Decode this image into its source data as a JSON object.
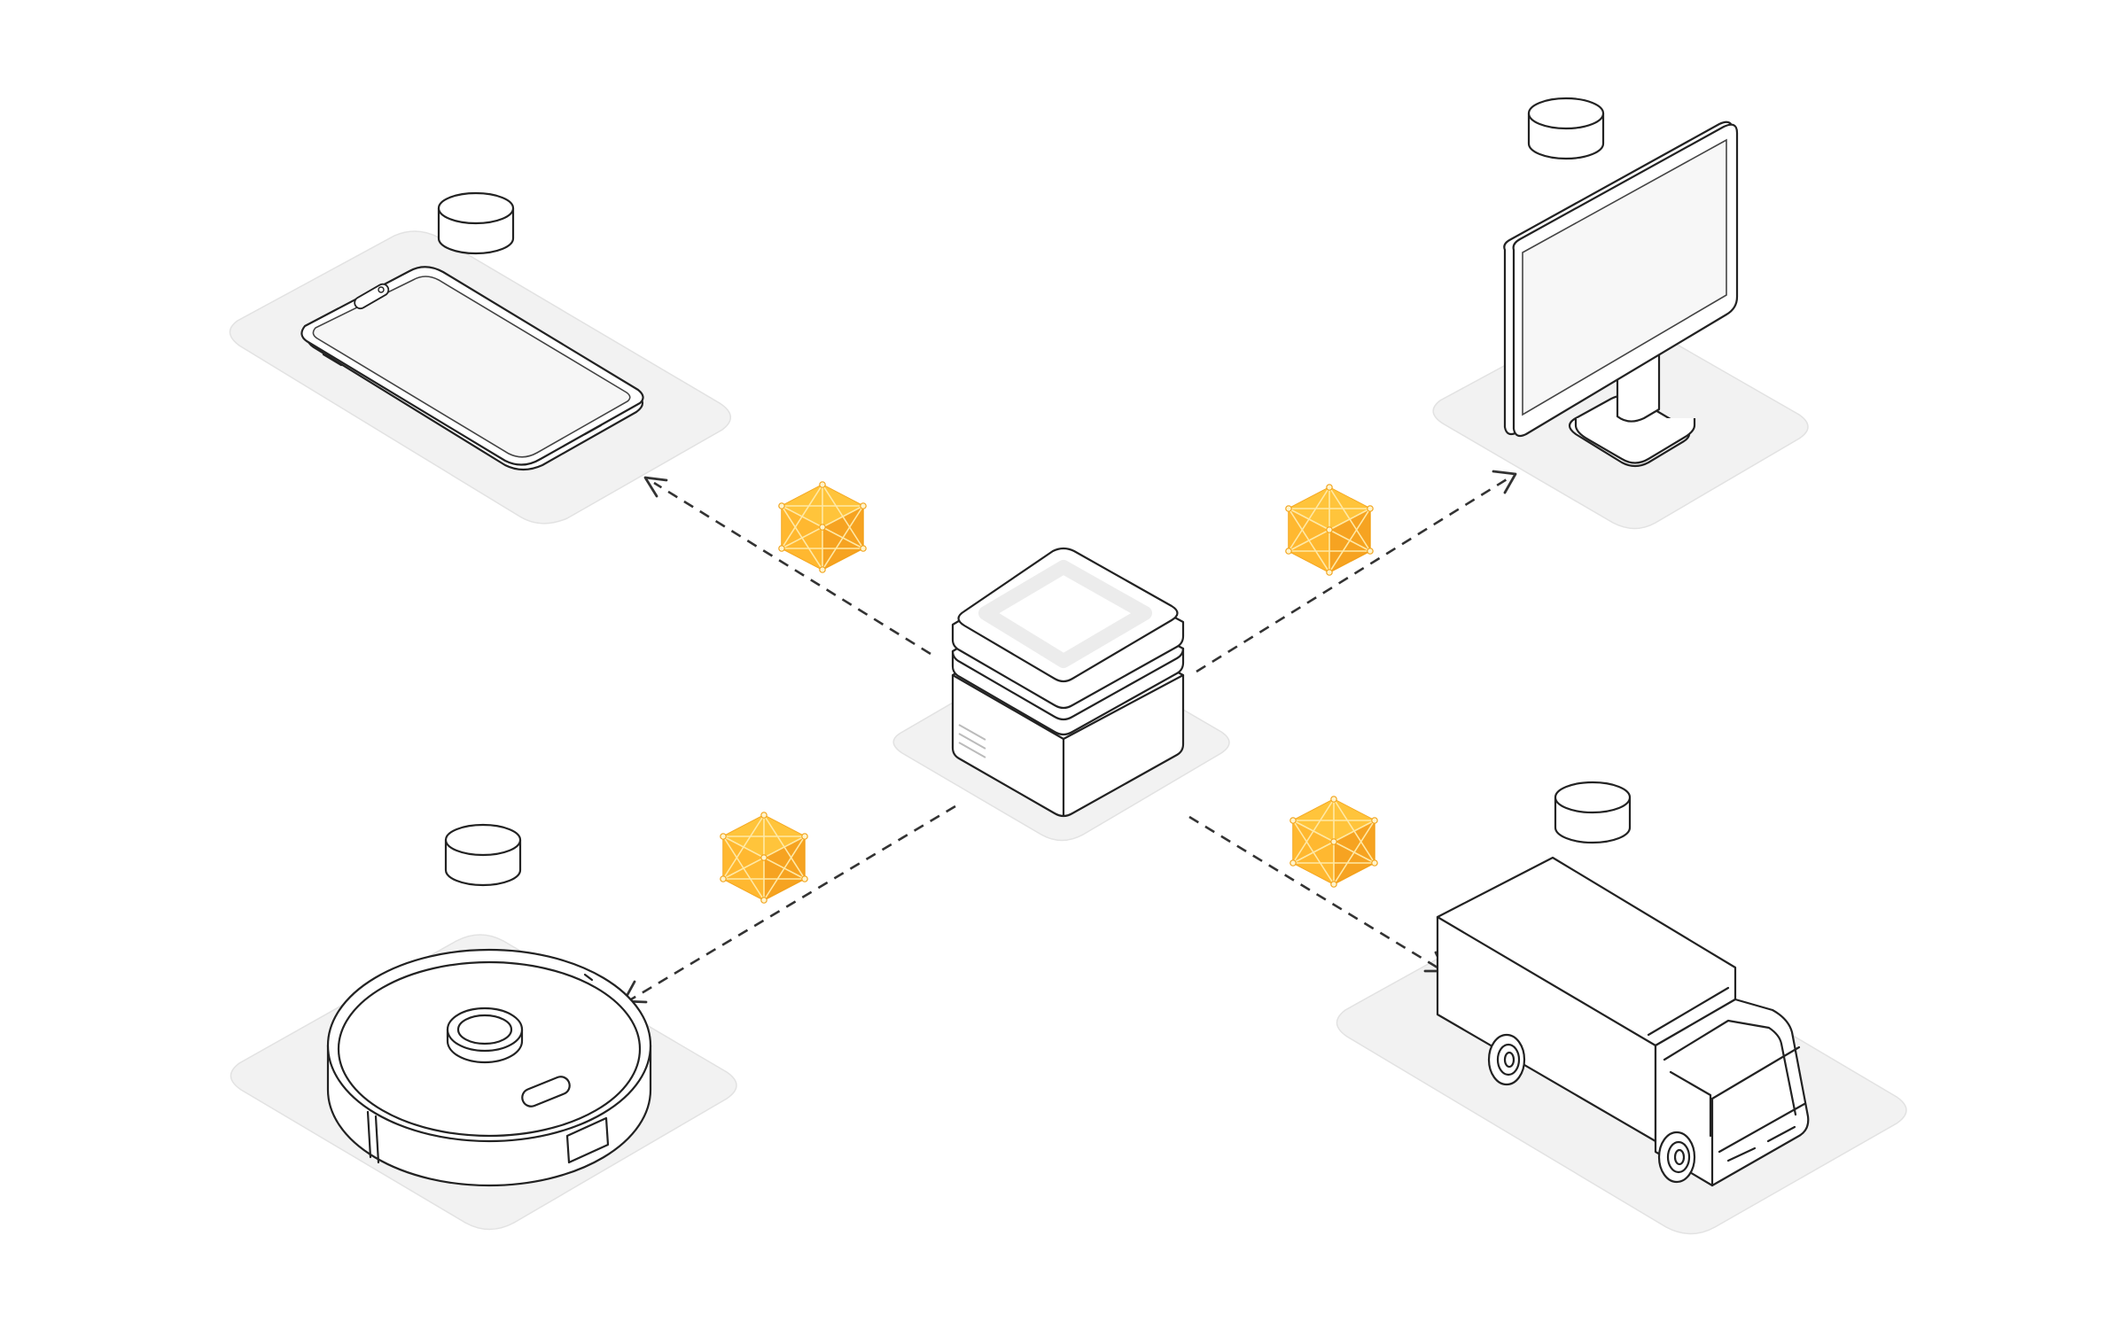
{
  "colors": {
    "platform": "#f2f2f2",
    "line": "#222222",
    "model_light": "#ffd24a",
    "model_mid": "#ffb52e",
    "model_dark": "#f59b1a",
    "background": "#ffffff"
  },
  "nodes": [
    {
      "id": "server-hub",
      "icon": "server-icon"
    },
    {
      "id": "smartphone",
      "icon": "smartphone-icon",
      "store": "database-icon"
    },
    {
      "id": "desktop-monitor",
      "icon": "monitor-icon",
      "store": "database-icon"
    },
    {
      "id": "robot-vacuum",
      "icon": "robot-vacuum-icon",
      "store": "database-icon"
    },
    {
      "id": "delivery-truck",
      "icon": "truck-icon",
      "store": "database-icon"
    }
  ],
  "edges": [
    {
      "from": "server-hub",
      "to": "smartphone",
      "style": "dashed",
      "payload": "model-cube-icon"
    },
    {
      "from": "server-hub",
      "to": "desktop-monitor",
      "style": "dashed",
      "payload": "model-cube-icon"
    },
    {
      "from": "server-hub",
      "to": "robot-vacuum",
      "style": "dashed",
      "payload": "model-cube-icon"
    },
    {
      "from": "server-hub",
      "to": "delivery-truck",
      "style": "dashed",
      "payload": "model-cube-icon"
    }
  ]
}
